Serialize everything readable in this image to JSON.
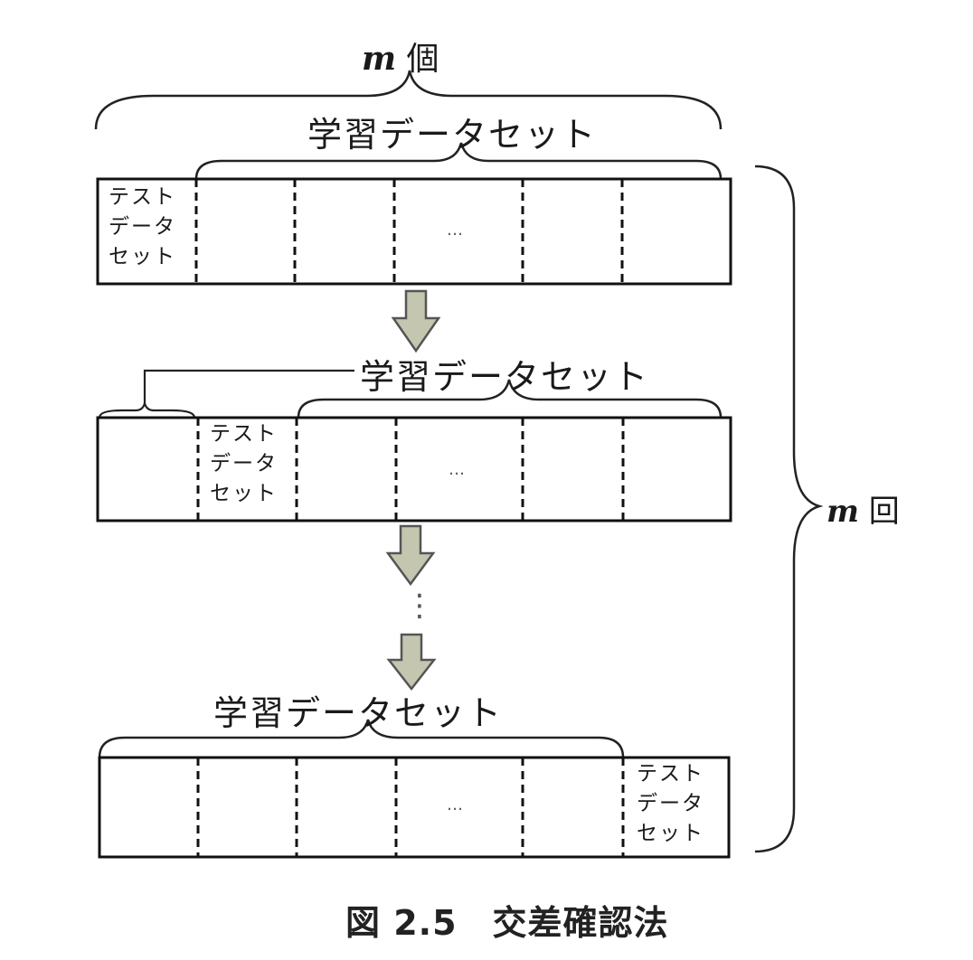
{
  "title_count": {
    "var": "m",
    "unit": "個"
  },
  "title_repeat": {
    "var": "m",
    "unit": "回"
  },
  "training_label": "学習データセット",
  "test_label_lines": [
    "テスト",
    "データ",
    "セット"
  ],
  "ellipsis": "…",
  "vertical_ellipsis": "⋮",
  "caption": "図 2.5　交差確認法",
  "colors": {
    "arrow_fill": "#c4c6b0",
    "arrow_stroke": "#555555",
    "line": "#111111"
  }
}
